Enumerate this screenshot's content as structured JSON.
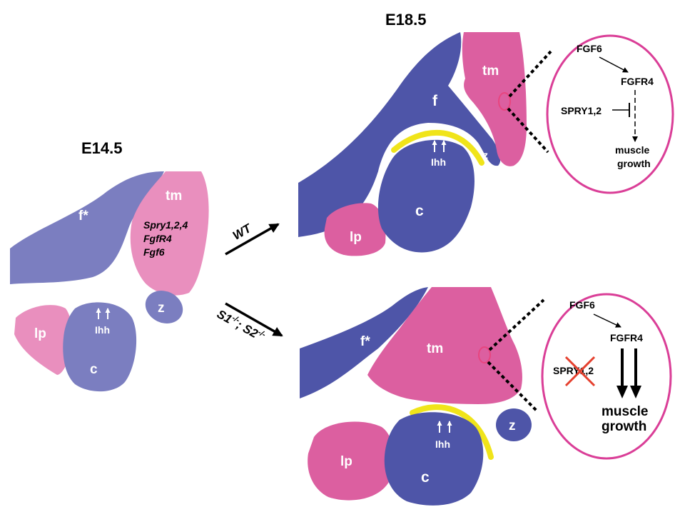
{
  "stages": {
    "early": "E14.5",
    "late": "E18.5"
  },
  "tissues": {
    "f": "f",
    "f_star": "f*",
    "tm": "tm",
    "c": "c",
    "lp": "lp",
    "z": "z",
    "ihh": "Ihh"
  },
  "e14_genes": [
    "Spry1,2,4",
    "FgfR4",
    "Fgf6"
  ],
  "transitions": {
    "wt": "WT",
    "mutant": "S1-/-; S2-/-",
    "mutant_base": "S1",
    "mutant_sup1": "-/-",
    "mutant_mid": "; S2",
    "mutant_sup2": "-/-"
  },
  "pathway_wt": {
    "ligand": "FGF6",
    "receptor": "FGFR4",
    "inhibitor": "SPRY1,2",
    "output_line1": "muscle",
    "output_line2": "growth"
  },
  "pathway_mut": {
    "ligand": "FGF6",
    "receptor": "FGFR4",
    "inhibitor": "SPRY1,2",
    "output_line1": "muscle",
    "output_line2": "growth"
  },
  "colors": {
    "light_blue": "#7B7EC0",
    "dark_blue": "#4E55A8",
    "light_pink": "#E98FBE",
    "dark_pink": "#DC5FA0",
    "yellow": "#F0E41A",
    "circle_outline": "#DA3E97",
    "cross": "#E5402E"
  }
}
